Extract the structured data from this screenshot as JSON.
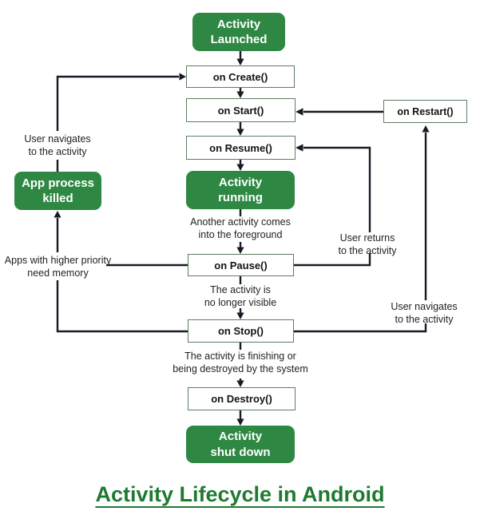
{
  "title": "Activity Lifecycle in Android",
  "colors": {
    "node_green": "#2e8843",
    "white_node_border": "#5d7d62",
    "arrow_line": "#171b26",
    "title_green": "#1e7a2f"
  },
  "nodes": {
    "activity_launched": "Activity\nLaunched",
    "on_create": "on Create()",
    "on_start": "on Start()",
    "on_resume": "on Resume()",
    "on_restart": "on Restart()",
    "activity_running": "Activity\nrunning",
    "app_process_killed": "App process\nkilled",
    "on_pause": "on Pause()",
    "on_stop": "on Stop()",
    "on_destroy": "on Destroy()",
    "activity_shut_down": "Activity\nshut down"
  },
  "annotations": {
    "user_navigates_left": "User navigates\nto the activity",
    "apps_priority": "Apps with higher priority\nneed memory",
    "another_activity": "Another activity comes\ninto the foreground",
    "no_longer_visible": "The activity is\nno longer visible",
    "finishing": "The activity is finishing or\nbeing destroyed by the system",
    "user_returns": "User returns\nto the activity",
    "user_navigates_right": "User navigates\nto the activity"
  }
}
